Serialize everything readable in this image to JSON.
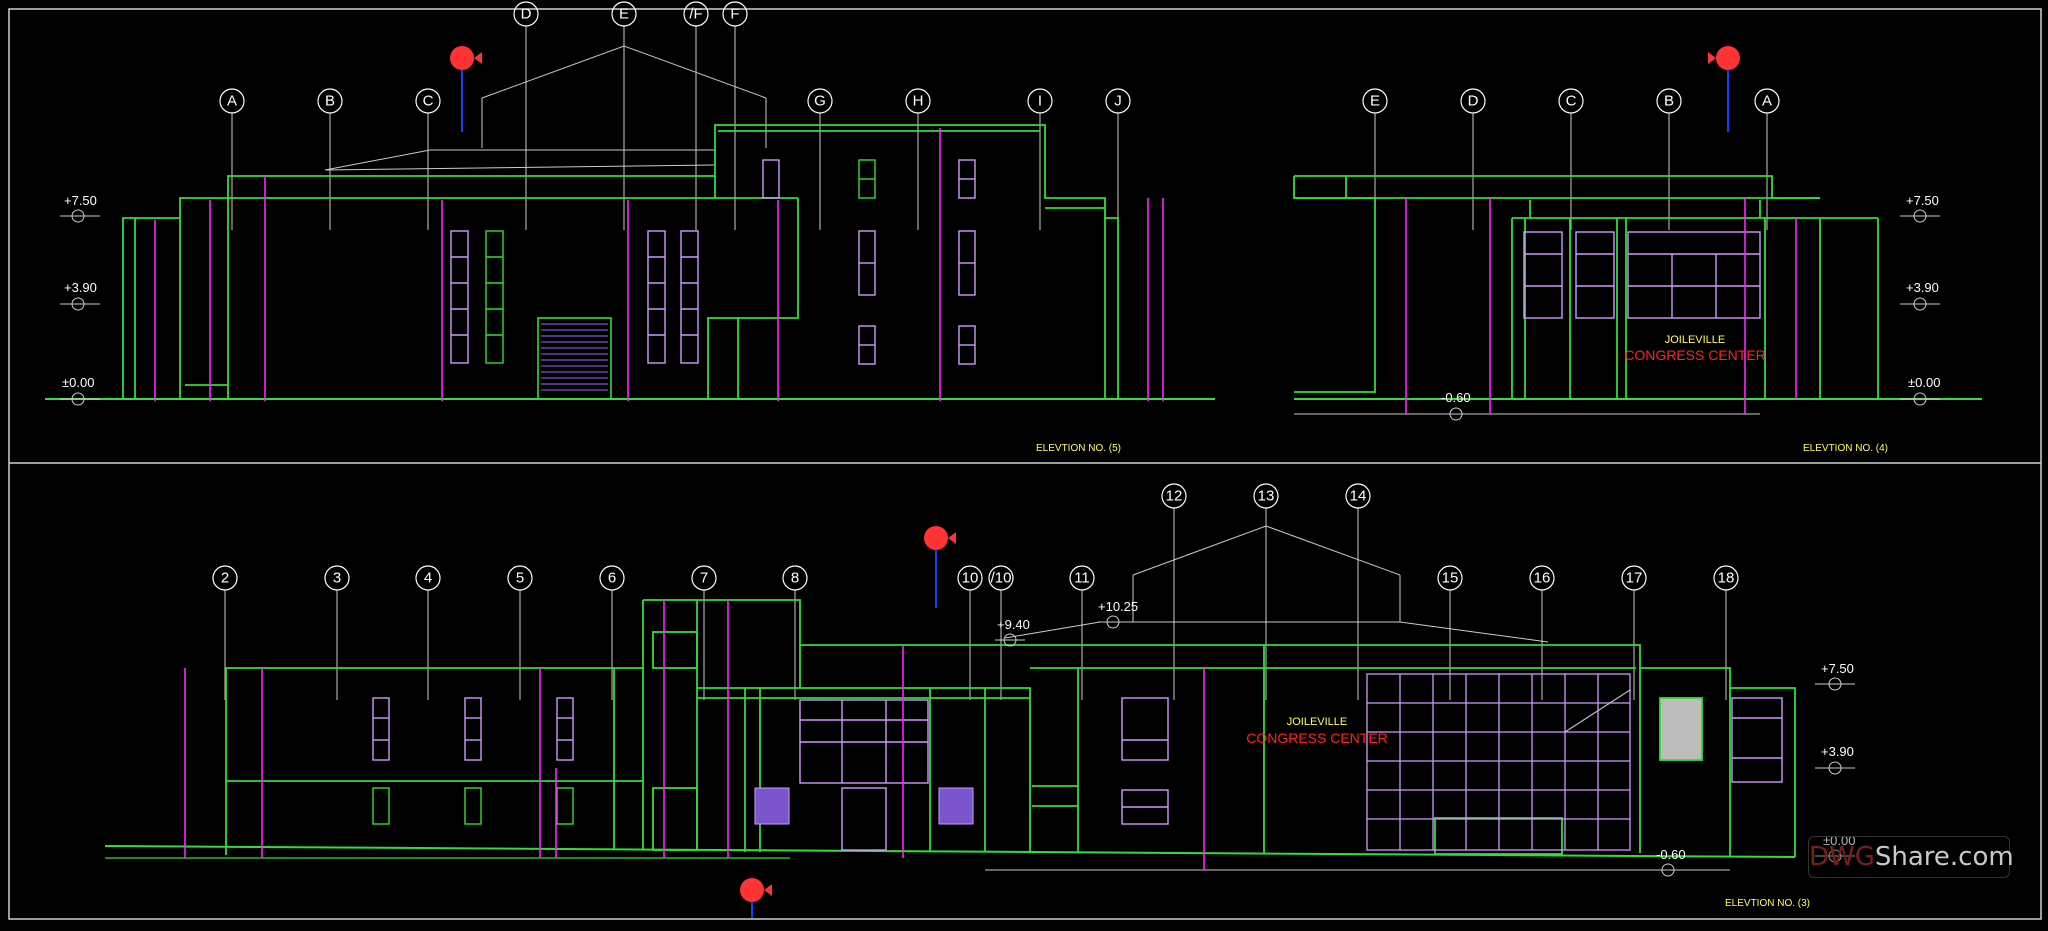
{
  "levels": {
    "top": "+7.50",
    "mid": "+3.90",
    "ground": "±0.00",
    "low": "-0.60",
    "roof1": "+9.40",
    "roof2": "+10.25"
  },
  "sign": {
    "line1": "JOILEVILLE",
    "line2": "CONGRESS CENTER"
  },
  "elevations": [
    {
      "caption": "ELEVTION NO. (5)",
      "axes": [
        "A",
        "B",
        "C",
        "D",
        "E",
        "/F",
        "F",
        "G",
        "H",
        "I",
        "J"
      ]
    },
    {
      "caption": "ELEVTION NO. (4)",
      "axes": [
        "E",
        "D",
        "C",
        "B",
        "A"
      ]
    },
    {
      "caption": "ELEVTION NO. (3)",
      "axes": [
        "2",
        "3",
        "4",
        "5",
        "6",
        "7",
        "8",
        "10",
        "/10",
        "11",
        "12",
        "13",
        "14",
        "15",
        "16",
        "17",
        "18"
      ]
    }
  ],
  "watermark": {
    "prefix": "DWG",
    "suffix": "Share.com"
  },
  "colors": {
    "outline": "#33dd33",
    "dimension": "#ff22ff",
    "window": "#cc99ff",
    "guide": "#cccccc",
    "sign_text": "#ff2222",
    "caption": "#ffff55",
    "marker": "#ff3333",
    "marker_pin": "#1a3cff"
  }
}
